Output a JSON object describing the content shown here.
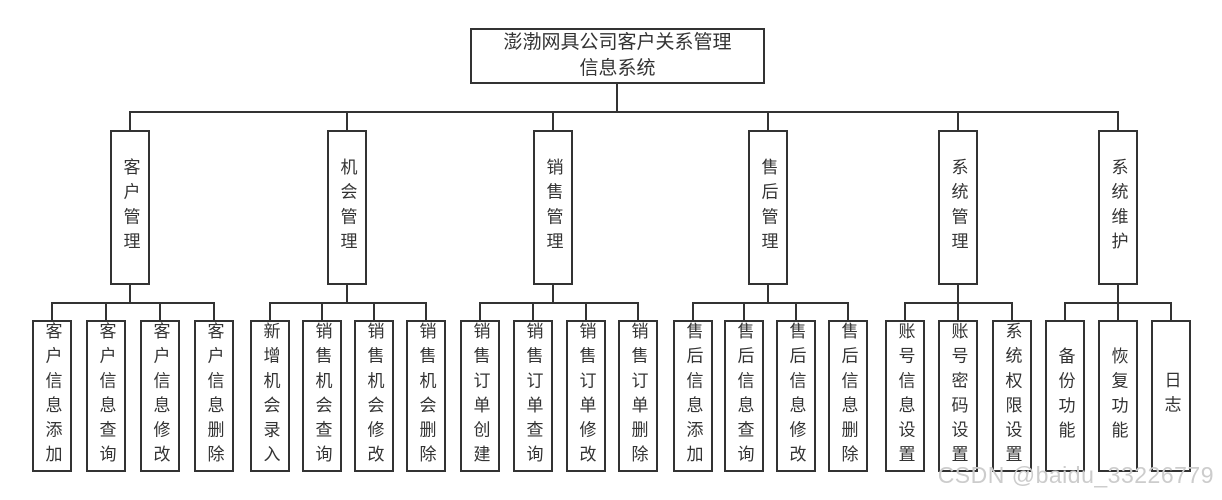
{
  "diagram": {
    "title_line1": "澎渤网具公司客户关系管理",
    "title_line2": "信息系统",
    "branches": [
      {
        "label": "客户管理",
        "children": [
          "客户信息添加",
          "客户信息查询",
          "客户信息修改",
          "客户信息删除"
        ]
      },
      {
        "label": "机会管理",
        "children": [
          "新增机会录入",
          "销售机会查询",
          "销售机会修改",
          "销售机会删除"
        ]
      },
      {
        "label": "销售管理",
        "children": [
          "销售订单创建",
          "销售订单查询",
          "销售订单修改",
          "销售订单删除"
        ]
      },
      {
        "label": "售后管理",
        "children": [
          "售后信息添加",
          "售后信息查询",
          "售后信息修改",
          "售后信息删除"
        ]
      },
      {
        "label": "系统管理",
        "children": [
          "账号信息设置",
          "账号密码设置",
          "系统权限设置"
        ]
      },
      {
        "label": "系统维护",
        "children": [
          "备份功能",
          "恢复功能",
          "日志"
        ]
      }
    ],
    "watermark": "CSDN @baidu_33226779",
    "colors": {
      "line": "#333333",
      "text": "#333333",
      "watermark": "#cccccc",
      "background": "#ffffff"
    }
  }
}
